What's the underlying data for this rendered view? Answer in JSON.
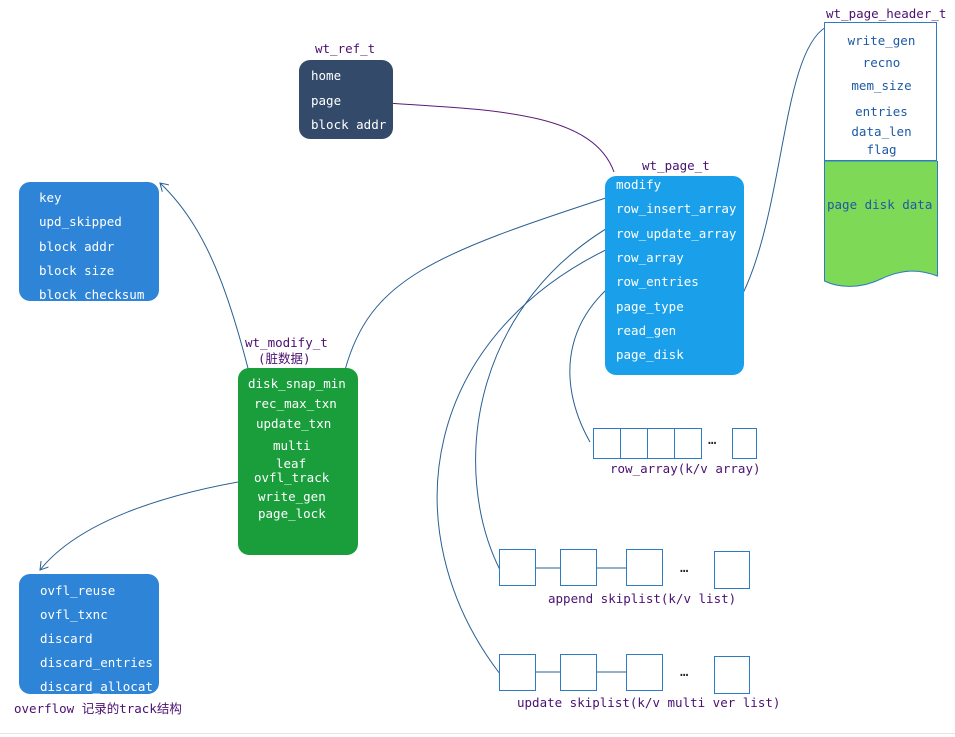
{
  "wt_ref": {
    "title": "wt_ref_t",
    "fields": [
      "home",
      "page",
      "block addr"
    ]
  },
  "block_info": {
    "fields": [
      "key",
      "upd_skipped",
      "block addr",
      "block size",
      "block_checksum"
    ]
  },
  "wt_modify": {
    "title": "wt_modify_t",
    "subtitle": "(脏数据)",
    "fields": [
      "disk_snap_min",
      "rec_max_txn",
      "update_txn",
      "multi",
      "leaf",
      "ovfl_track",
      "write_gen",
      "page_lock"
    ]
  },
  "overflow": {
    "fields": [
      "ovfl_reuse",
      "ovfl_txnc",
      "discard",
      "discard_entries",
      "discard_allocat"
    ],
    "caption": "overflow 记录的track结构"
  },
  "wt_page": {
    "title": "wt_page_t",
    "fields": [
      "modify",
      "row_insert_array",
      "row_update_array",
      "row_array",
      "row_entries",
      "page_type",
      "read_gen",
      "page_disk"
    ]
  },
  "page_header": {
    "title": "wt_page_header_t",
    "fields": [
      "write_gen",
      "recno",
      "mem_size",
      "entries",
      "data_len",
      "flag"
    ],
    "disk_label": "page disk data"
  },
  "row_array": {
    "label": "row_array(k/v array)",
    "ellipsis": "…"
  },
  "append_list": {
    "label": "append skiplist(k/v list)",
    "ellipsis": "…"
  },
  "update_list": {
    "label": "update skiplist(k/v multi ver list)",
    "ellipsis": "…"
  },
  "colors": {
    "dark_box": "#334a6a",
    "blue_box": "#2e84d6",
    "page_box": "#1aa0ea",
    "modify_box": "#1a9e3c",
    "disk_data": "#7ed957",
    "connector_purple": "#5a1a7a",
    "connector_blue": "#2a5f92"
  }
}
